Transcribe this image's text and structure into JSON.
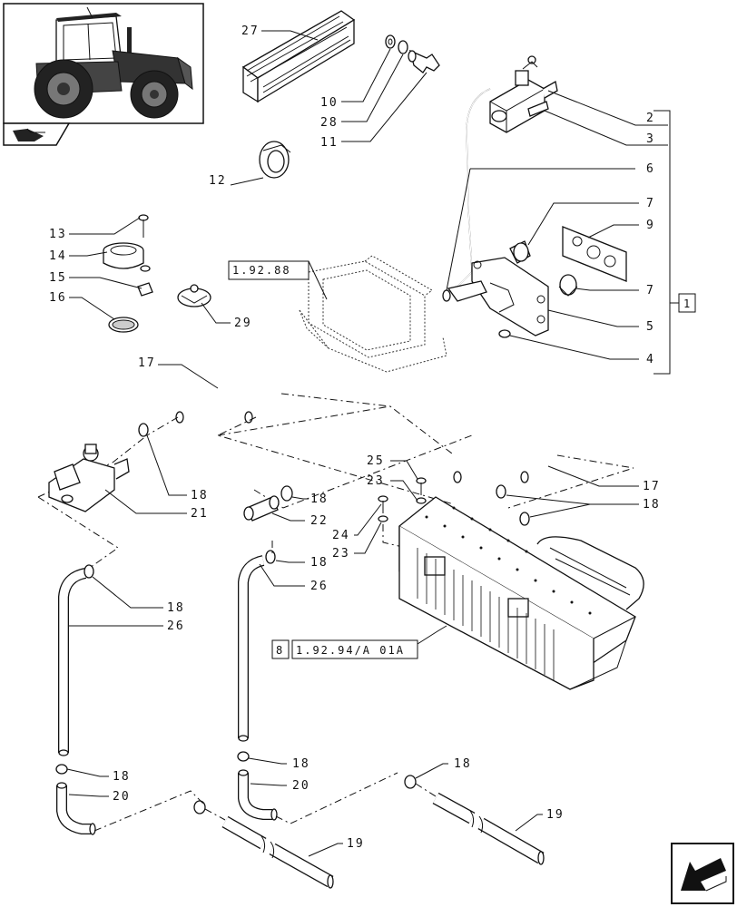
{
  "callouts": {
    "c27": "27",
    "c10": "10",
    "c28": "28",
    "c11": "11",
    "c2": "2",
    "c3": "3",
    "c6": "6",
    "c12": "12",
    "c13": "13",
    "c14": "14",
    "c15": "15",
    "c16": "16",
    "c7a": "7",
    "c9": "9",
    "c7b": "7",
    "c5": "5",
    "c4": "4",
    "c29": "29",
    "c17a": "17",
    "c17b": "17",
    "c18a": "18",
    "c21": "21",
    "c18b": "18",
    "c22": "22",
    "c25": "25",
    "c23a": "23",
    "c24": "24",
    "c23b": "23",
    "c18c": "18",
    "c18d": "18",
    "c26a": "26",
    "c18e": "18",
    "c26b": "26",
    "c18f": "18",
    "c20a": "20",
    "c18g": "18",
    "c20b": "20",
    "c18h": "18",
    "c19a": "19",
    "c19b": "19"
  },
  "references": {
    "ref_top": "1.92.88",
    "ref_group": "1",
    "ref_bottom_num": "8",
    "ref_bottom": "1.92.94/A 01A"
  },
  "icons": {
    "thumbnail": "tractor-thumbnail",
    "folder": "folder-arrow-icon",
    "next": "next-page-arrow-icon"
  }
}
